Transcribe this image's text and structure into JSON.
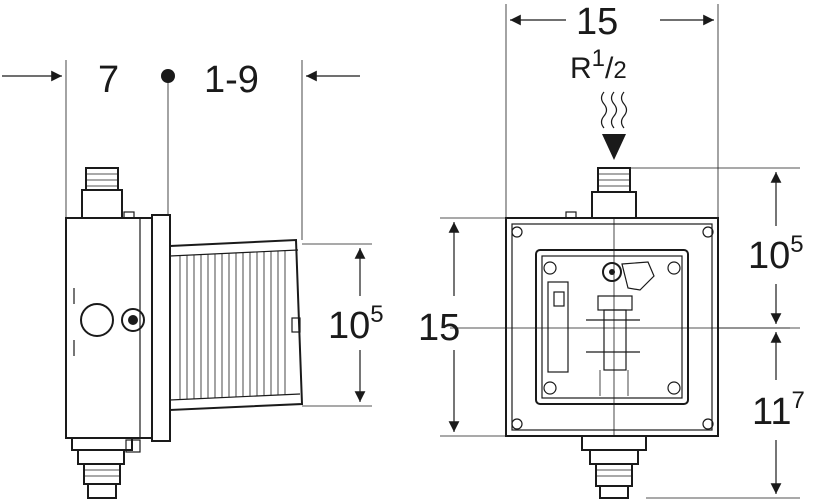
{
  "side_view": {
    "dim_top_left": "7",
    "dim_top_right": "1-9",
    "height_base": "10",
    "height_sup": "5"
  },
  "front_view": {
    "width": "15",
    "thread": {
      "prefix": "R",
      "num": "1",
      "den": "2"
    },
    "height": "15",
    "upper_base": "10",
    "upper_sup": "5",
    "lower_base": "11",
    "lower_sup": "7"
  },
  "colors": {
    "line": "#1a1a1a",
    "background": "#ffffff"
  }
}
